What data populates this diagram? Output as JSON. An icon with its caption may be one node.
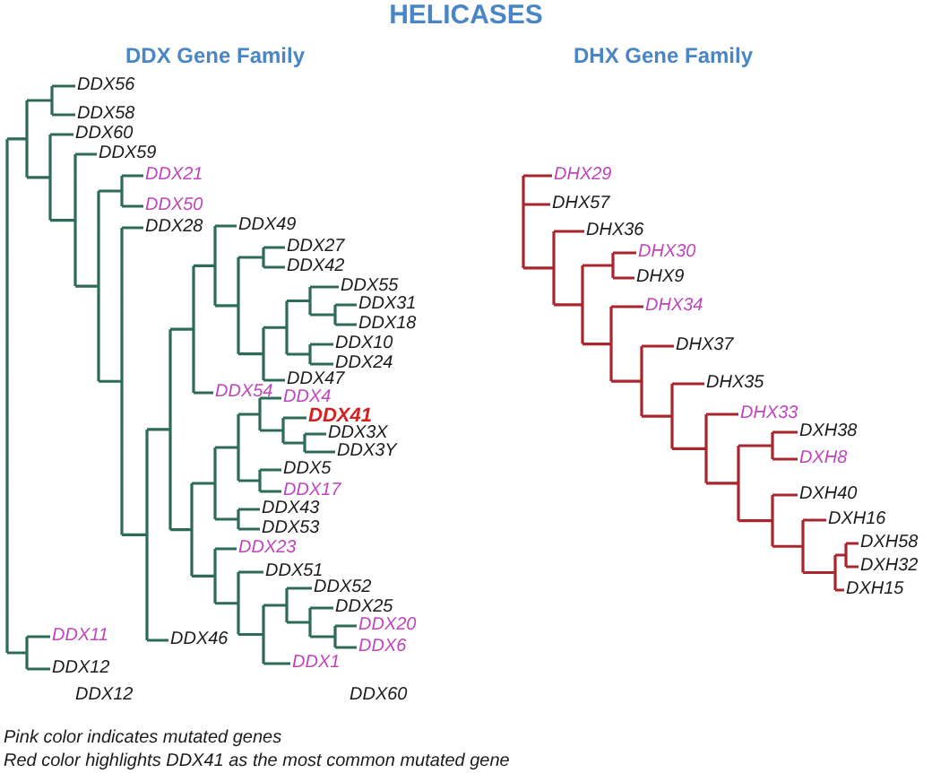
{
  "diagram": {
    "title": "HELICASES",
    "labels": [
      "DDX Gene Family",
      "DDX56",
      "DDX58",
      "DDX60",
      "DDX59",
      "DDX21",
      "DDX50",
      "DDX28",
      "DDX49",
      "DDX27",
      "DDX42",
      "DDX55",
      "DDX31",
      "DDX18",
      "DDX10",
      "DDX24",
      "DDX47",
      "DDX54",
      "DDX4",
      "DDX41",
      "DDX3X",
      "DDX3Y",
      "DDX5",
      "DDX17",
      "DDX43",
      "DDX53",
      "DDX23",
      "DDX51",
      "DDX52",
      "DDX25",
      "DDX20",
      "DDX6",
      "DDX46",
      "DDX1",
      "DDX11",
      "DDX12",
      "DDX12",
      "DDX60",
      "DHX Gene Family",
      "DHX29",
      "DHX57",
      "DHX36",
      "DHX30",
      "DHX9",
      "DHX34",
      "DHX37",
      "DHX35",
      "DHX33",
      "DXH38",
      "DXH8",
      "DXH40",
      "DXH16",
      "DXH58",
      "DXH32",
      "DXH15",
      "Pink color indicates mutated genes",
      "Red color highlights DDX41 as the most common mutated gene"
    ]
  }
}
